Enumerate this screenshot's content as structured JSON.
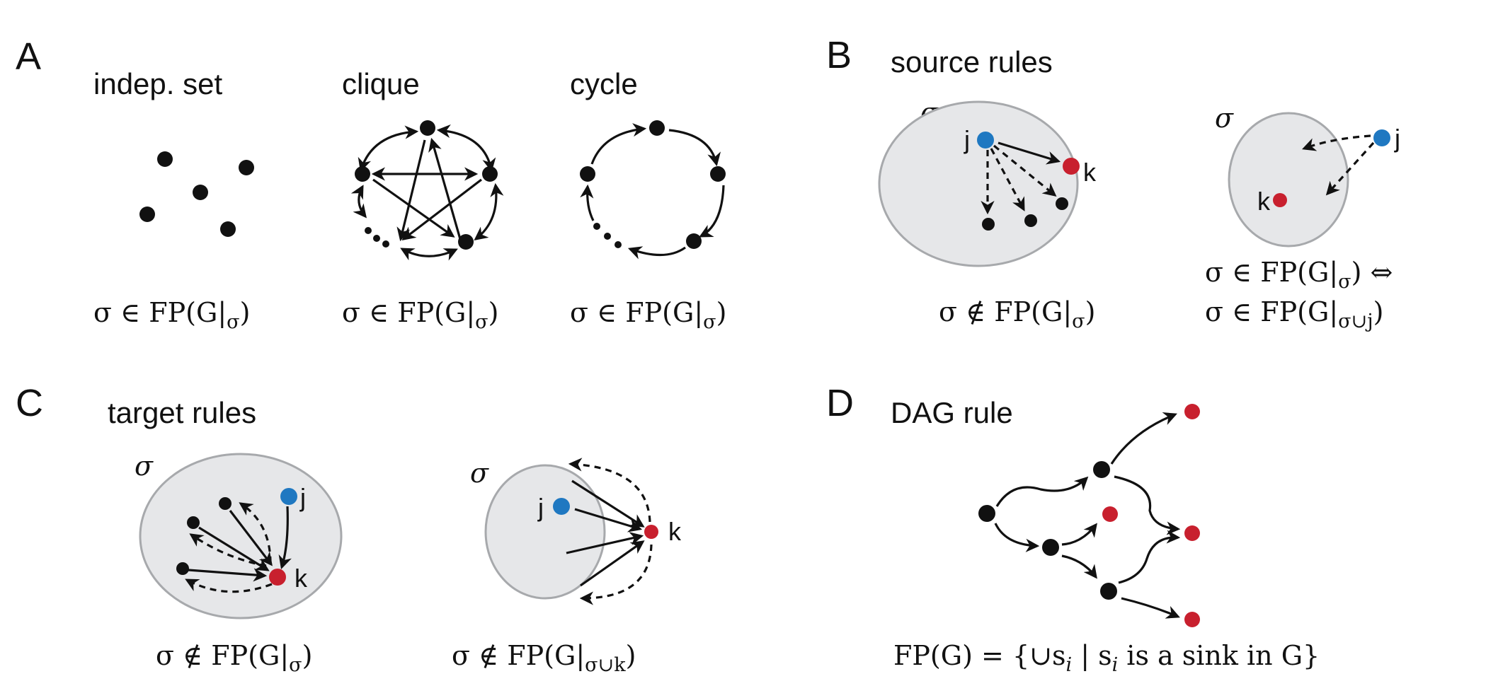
{
  "colors": {
    "node_default": "#111111",
    "node_source_j": "#1f78c1",
    "node_target_k": "#c8202e",
    "region_fill": "#e6e7e9",
    "region_stroke": "#a7a9ac"
  },
  "panel_a": {
    "letter": "A",
    "indep_set": {
      "heading": "indep. set",
      "formula": "σ ∈ FP(G|",
      "formula_sub": "σ",
      "formula_end": ")"
    },
    "clique": {
      "heading": "clique",
      "formula": "σ ∈ FP(G|",
      "formula_sub": "σ",
      "formula_end": ")"
    },
    "cycle": {
      "heading": "cycle",
      "formula": "σ ∈ FP(G|",
      "formula_sub": "σ",
      "formula_end": ")"
    }
  },
  "panel_b": {
    "letter": "B",
    "heading": "source rules",
    "left": {
      "sigma": "σ",
      "label_j": "j",
      "label_k": "k",
      "formula": "σ ∉ FP(G|",
      "formula_sub": "σ",
      "formula_end": ")"
    },
    "right": {
      "sigma": "σ",
      "label_j": "j",
      "label_k": "k",
      "formula_line1": "σ ∈ FP(G|",
      "formula_line1_sub": "σ",
      "formula_line1_end": ") ⇔",
      "formula_line2": "σ ∈ FP(G|",
      "formula_line2_sub": "σ∪j",
      "formula_line2_end": ")"
    }
  },
  "panel_c": {
    "letter": "C",
    "heading": "target rules",
    "left": {
      "sigma": "σ",
      "label_j": "j",
      "label_k": "k",
      "formula": "σ ∉ FP(G|",
      "formula_sub": "σ",
      "formula_end": ")"
    },
    "right": {
      "sigma": "σ",
      "label_j": "j",
      "label_k": "k",
      "formula": "σ ∉ FP(G|",
      "formula_sub": "σ∪k",
      "formula_end": ")"
    }
  },
  "panel_d": {
    "letter": "D",
    "heading": "DAG rule",
    "formula_part1": "FP(G) = {∪s",
    "formula_part1_sub": "i",
    "formula_part2": " | s",
    "formula_part2_sub": "i",
    "formula_part3": " is a sink in G}"
  }
}
